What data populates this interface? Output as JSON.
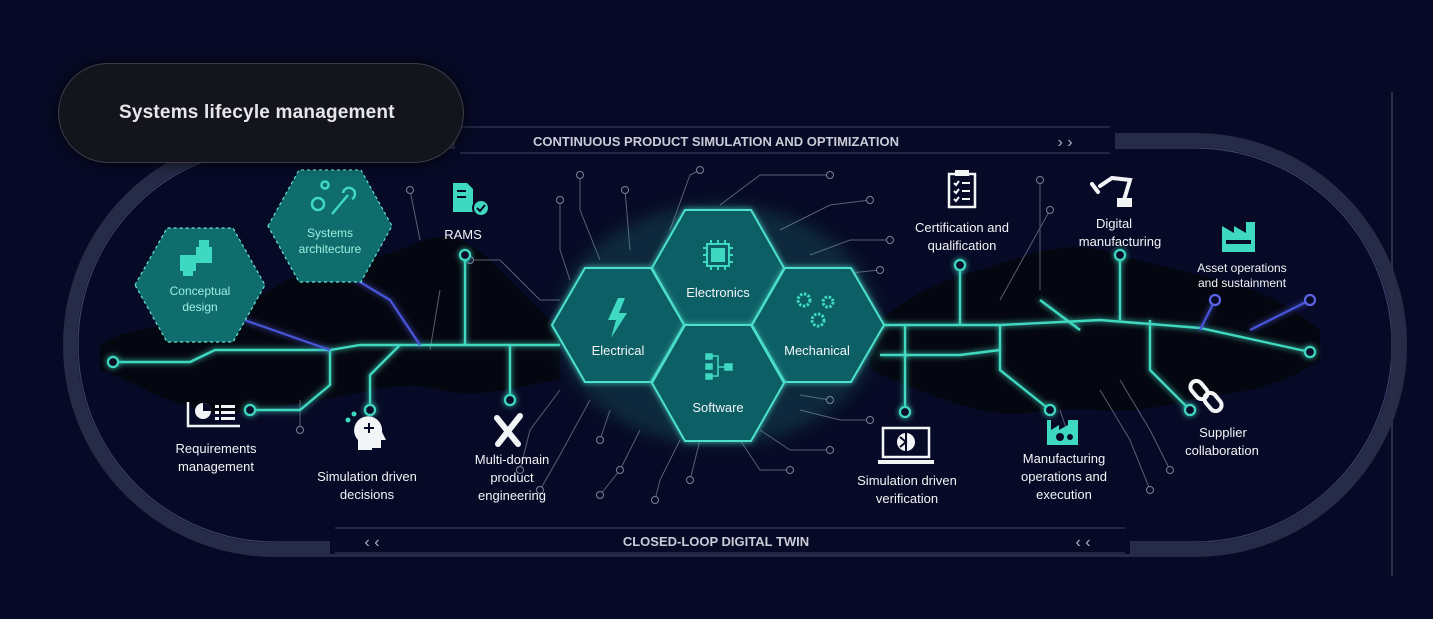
{
  "title": "Systems lifecyle management",
  "banners": {
    "top": "CONTINUOUS PRODUCT SIMULATION AND OPTIMIZATION",
    "top_arrows": "› ›",
    "bottom": "CLOSED-LOOP DIGITAL TWIN",
    "bottom_arrows_left": "‹ ‹",
    "bottom_arrows_right": "‹ ‹"
  },
  "hex_left": [
    {
      "id": "conceptual",
      "lines": [
        "Conceptual",
        "design"
      ],
      "icon": "puzzle-icon"
    },
    {
      "id": "systems",
      "lines": [
        "Systems",
        "architecture"
      ],
      "icon": "gear-wrench-icon"
    }
  ],
  "hex_core": [
    {
      "id": "electronics",
      "label": "Electronics",
      "icon": "chip-icon"
    },
    {
      "id": "electrical",
      "label": "Electrical",
      "icon": "lightning-icon"
    },
    {
      "id": "mechanical",
      "label": "Mechanical",
      "icon": "gears-icon"
    },
    {
      "id": "software",
      "label": "Software",
      "icon": "flowchart-icon"
    }
  ],
  "nodes": [
    {
      "id": "rams",
      "lines": [
        "RAMS"
      ],
      "icon": "document-check-icon"
    },
    {
      "id": "requirements",
      "lines": [
        "Requirements",
        "management"
      ],
      "icon": "dashboard-icon"
    },
    {
      "id": "sim-decisions",
      "lines": [
        "Simulation driven",
        "decisions"
      ],
      "icon": "head-circuit-icon"
    },
    {
      "id": "multidomain",
      "lines": [
        "Multi-domain",
        "product",
        "engineering"
      ],
      "icon": "ruler-pencil-icon"
    },
    {
      "id": "certification",
      "lines": [
        "Certification and",
        "qualification"
      ],
      "icon": "checklist-icon"
    },
    {
      "id": "digital-mfg",
      "lines": [
        "Digital",
        "manufacturing"
      ],
      "icon": "robot-arm-icon"
    },
    {
      "id": "asset-ops",
      "lines": [
        "Asset operations",
        "and sustainment"
      ],
      "icon": "factory-icon"
    },
    {
      "id": "sim-verification",
      "lines": [
        "Simulation driven",
        "verification"
      ],
      "icon": "monitor-icon"
    },
    {
      "id": "mfg-ops",
      "lines": [
        "Manufacturing",
        "operations and",
        "execution"
      ],
      "icon": "factory-gear-icon"
    },
    {
      "id": "supplier",
      "lines": [
        "Supplier",
        "collaboration"
      ],
      "icon": "chain-link-icon"
    }
  ],
  "colors": {
    "background": "#070a26",
    "track": "#2a2f4e",
    "teal": "#3fd8c0",
    "hex_fill": "#0f6d6d",
    "hex_core_fill": "#0d5f66",
    "blue_line": "#4a55d8",
    "text": "#f2f4f6"
  }
}
